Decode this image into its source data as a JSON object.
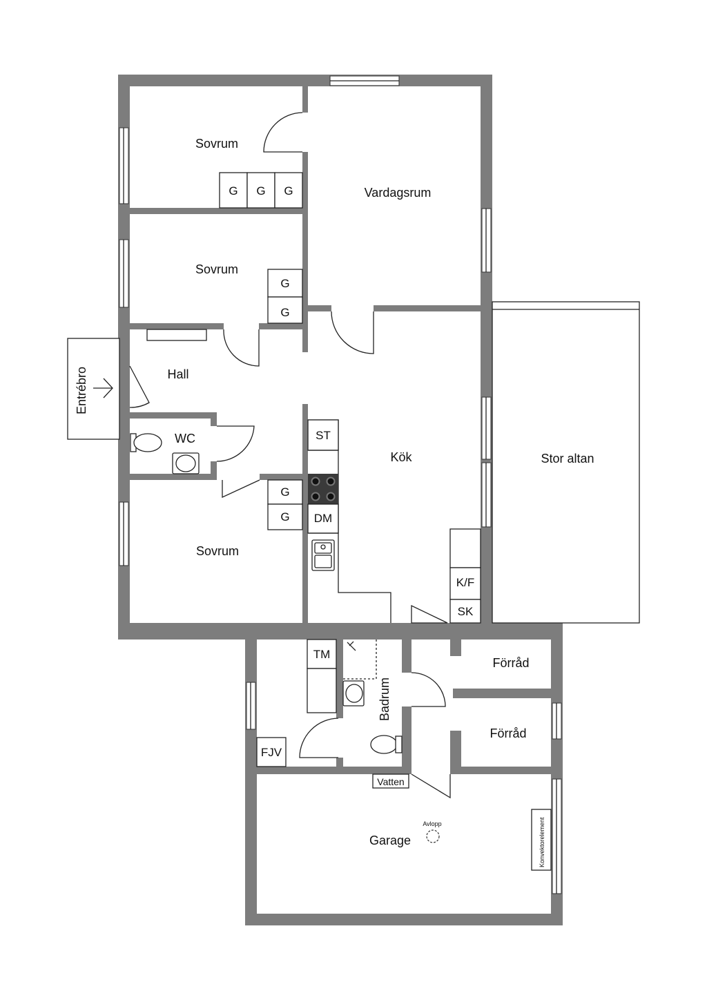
{
  "rooms": {
    "sovrum_1": "Sovrum",
    "vardagsrum": "Vardagsrum",
    "sovrum_2": "Sovrum",
    "hall": "Hall",
    "entre": "Entrébro",
    "wc": "WC",
    "kok": "Kök",
    "stor_altan": "Stor altan",
    "sovrum_3": "Sovrum",
    "forrad_1": "Förråd",
    "forrad_2": "Förråd",
    "badrum": "Badrum",
    "garage": "Garage"
  },
  "fixtures": {
    "g": "G",
    "st": "ST",
    "dm": "DM",
    "kf": "K/F",
    "sk": "SK",
    "tm": "TM",
    "fjv": "FJV",
    "vatten": "Vatten",
    "avlopp": "Avlopp",
    "konvektor": "Konvektorelement"
  },
  "colors": {
    "wall": "#7d7d7d",
    "line": "#222222",
    "background": "#ffffff"
  }
}
